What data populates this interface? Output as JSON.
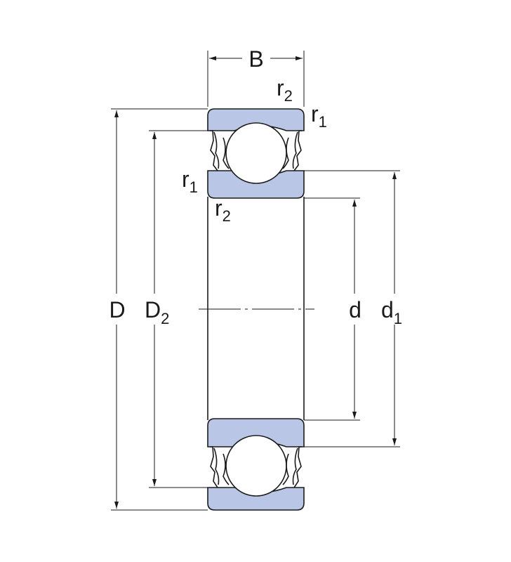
{
  "labels": {
    "width": "B",
    "outer_diameter": "D",
    "shoulder_outer": {
      "main": "D",
      "sub": "2"
    },
    "bore": "d",
    "shoulder_inner": {
      "main": "d",
      "sub": "1"
    },
    "chamfer_outer": {
      "main": "r",
      "sub": "2"
    },
    "chamfer_inner": {
      "main": "r",
      "sub": "1"
    }
  },
  "colors": {
    "ring_fill": "#b9c6e6",
    "outline": "#1a1a1a",
    "background": "#ffffff"
  }
}
